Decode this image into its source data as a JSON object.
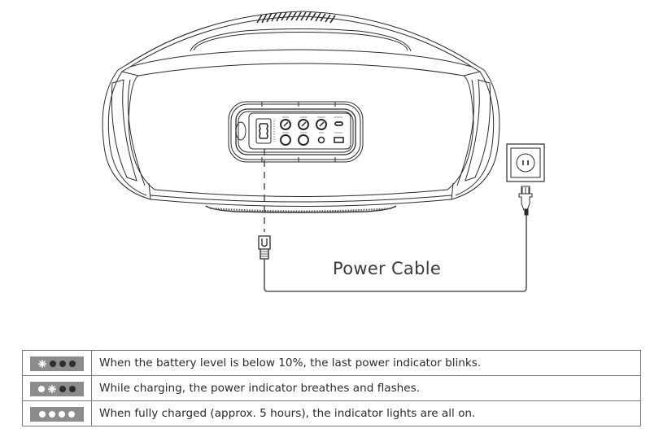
{
  "diagram": {
    "cable_label": "Power Cable",
    "components": [
      {
        "name": "speaker-rear-view",
        "icon": "speaker-icon"
      },
      {
        "name": "rear-panel",
        "icon": "input-panel-icon"
      },
      {
        "name": "ac-inlet",
        "icon": "ac-inlet-icon"
      },
      {
        "name": "wall-outlet",
        "icon": "wall-outlet-icon"
      },
      {
        "name": "power-plug",
        "icon": "power-plug-icon"
      }
    ]
  },
  "indicator_table": {
    "rows": [
      {
        "leds": [
          "blink",
          "off",
          "off",
          "off"
        ],
        "description": "When the battery level is below 10%, the last power indicator blinks."
      },
      {
        "leds": [
          "on",
          "blink",
          "off",
          "off"
        ],
        "description": "While charging, the power indicator breathes and flashes."
      },
      {
        "leds": [
          "on",
          "on",
          "on",
          "on"
        ],
        "description": "When fully charged (approx. 5 hours), the indicator lights are all on."
      }
    ]
  },
  "colors": {
    "line": "#2a2a2a",
    "led_bar_bg": "#8c8c8c",
    "led_on": "#ffffff",
    "led_off": "#2e2e2e",
    "table_border": "#7a7a7a"
  }
}
